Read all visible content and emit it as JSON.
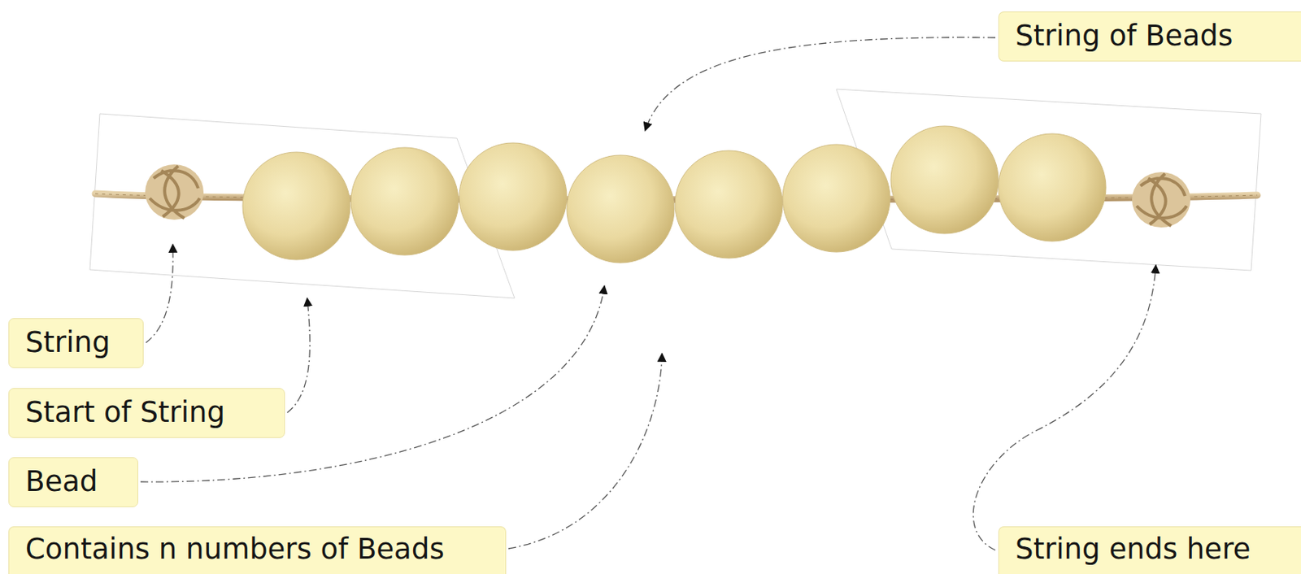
{
  "diagram": {
    "nodes": [
      {
        "text": [
          "String of Beads"
        ]
      },
      {
        "text": [
          "String"
        ]
      },
      {
        "text": [
          "Start of String"
        ]
      },
      {
        "text": [
          "Bead"
        ]
      },
      {
        "text": [
          "Contains n numbers of Beads"
        ]
      },
      {
        "text": [
          "String ends here"
        ]
      }
    ]
  }
}
